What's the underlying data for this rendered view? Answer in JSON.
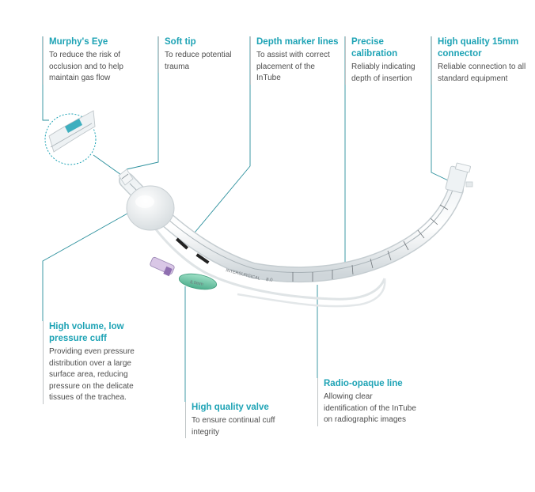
{
  "callouts": {
    "murphys_eye": {
      "title": "Murphy's Eye",
      "description": "To reduce the risk of occlusion and to help maintain gas flow"
    },
    "soft_tip": {
      "title": "Soft tip",
      "description": "To reduce potential trauma"
    },
    "depth_marker": {
      "title": "Depth marker lines",
      "description": "To assist with correct placement of the InTube"
    },
    "precise_calibration": {
      "title": "Precise calibration",
      "description": "Reliably indicating depth of insertion"
    },
    "connector": {
      "title": "High quality 15mm connector",
      "description": "Reliable connection to all standard equipment"
    },
    "cuff": {
      "title": "High volume, low pressure cuff",
      "description": "Providing even pressure distribution over a large surface area, reducing pressure on the delicate tissues of the trachea."
    },
    "valve": {
      "title": "High quality valve",
      "description": "To ensure continual cuff integrity"
    },
    "radio_opaque": {
      "title": "Radio-opaque line",
      "description": "Allowing clear identification of the InTube on radiographic images"
    }
  },
  "tube_print": {
    "brand": "INTERSURGICAL",
    "size": "8.0",
    "pilot_size": "8.0mm"
  },
  "colors": {
    "accent": "#1ea3b5",
    "leader": "#2a8f9c",
    "pilot_balloon": "#6cc6a5",
    "body_text": "#4d4d4d"
  }
}
